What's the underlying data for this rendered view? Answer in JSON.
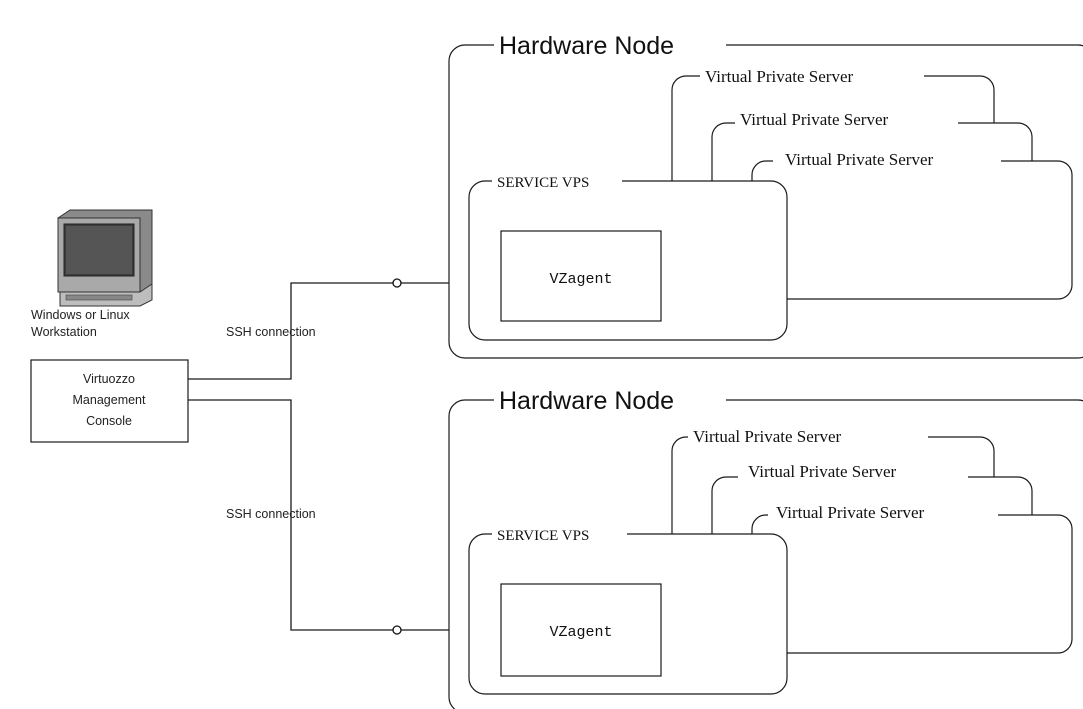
{
  "workstation": {
    "label_line1": "Windows or Linux",
    "label_line2": "Workstation",
    "icon": "computer-icon"
  },
  "console": {
    "line1": "Virtuozzo",
    "line2": "Management",
    "line3": "Console"
  },
  "connections": [
    {
      "label": "SSH connection"
    },
    {
      "label": "SSH connection"
    }
  ],
  "nodes": [
    {
      "title": "Hardware Node",
      "vps": [
        "Virtual Private Server",
        "Virtual Private Server",
        "Virtual Private Server"
      ],
      "service_vps": "SERVICE VPS",
      "agent": "VZagent"
    },
    {
      "title": "Hardware Node",
      "vps": [
        "Virtual Private Server",
        "Virtual Private Server",
        "Virtual Private Server"
      ],
      "service_vps": "SERVICE VPS",
      "agent": "VZagent"
    }
  ]
}
